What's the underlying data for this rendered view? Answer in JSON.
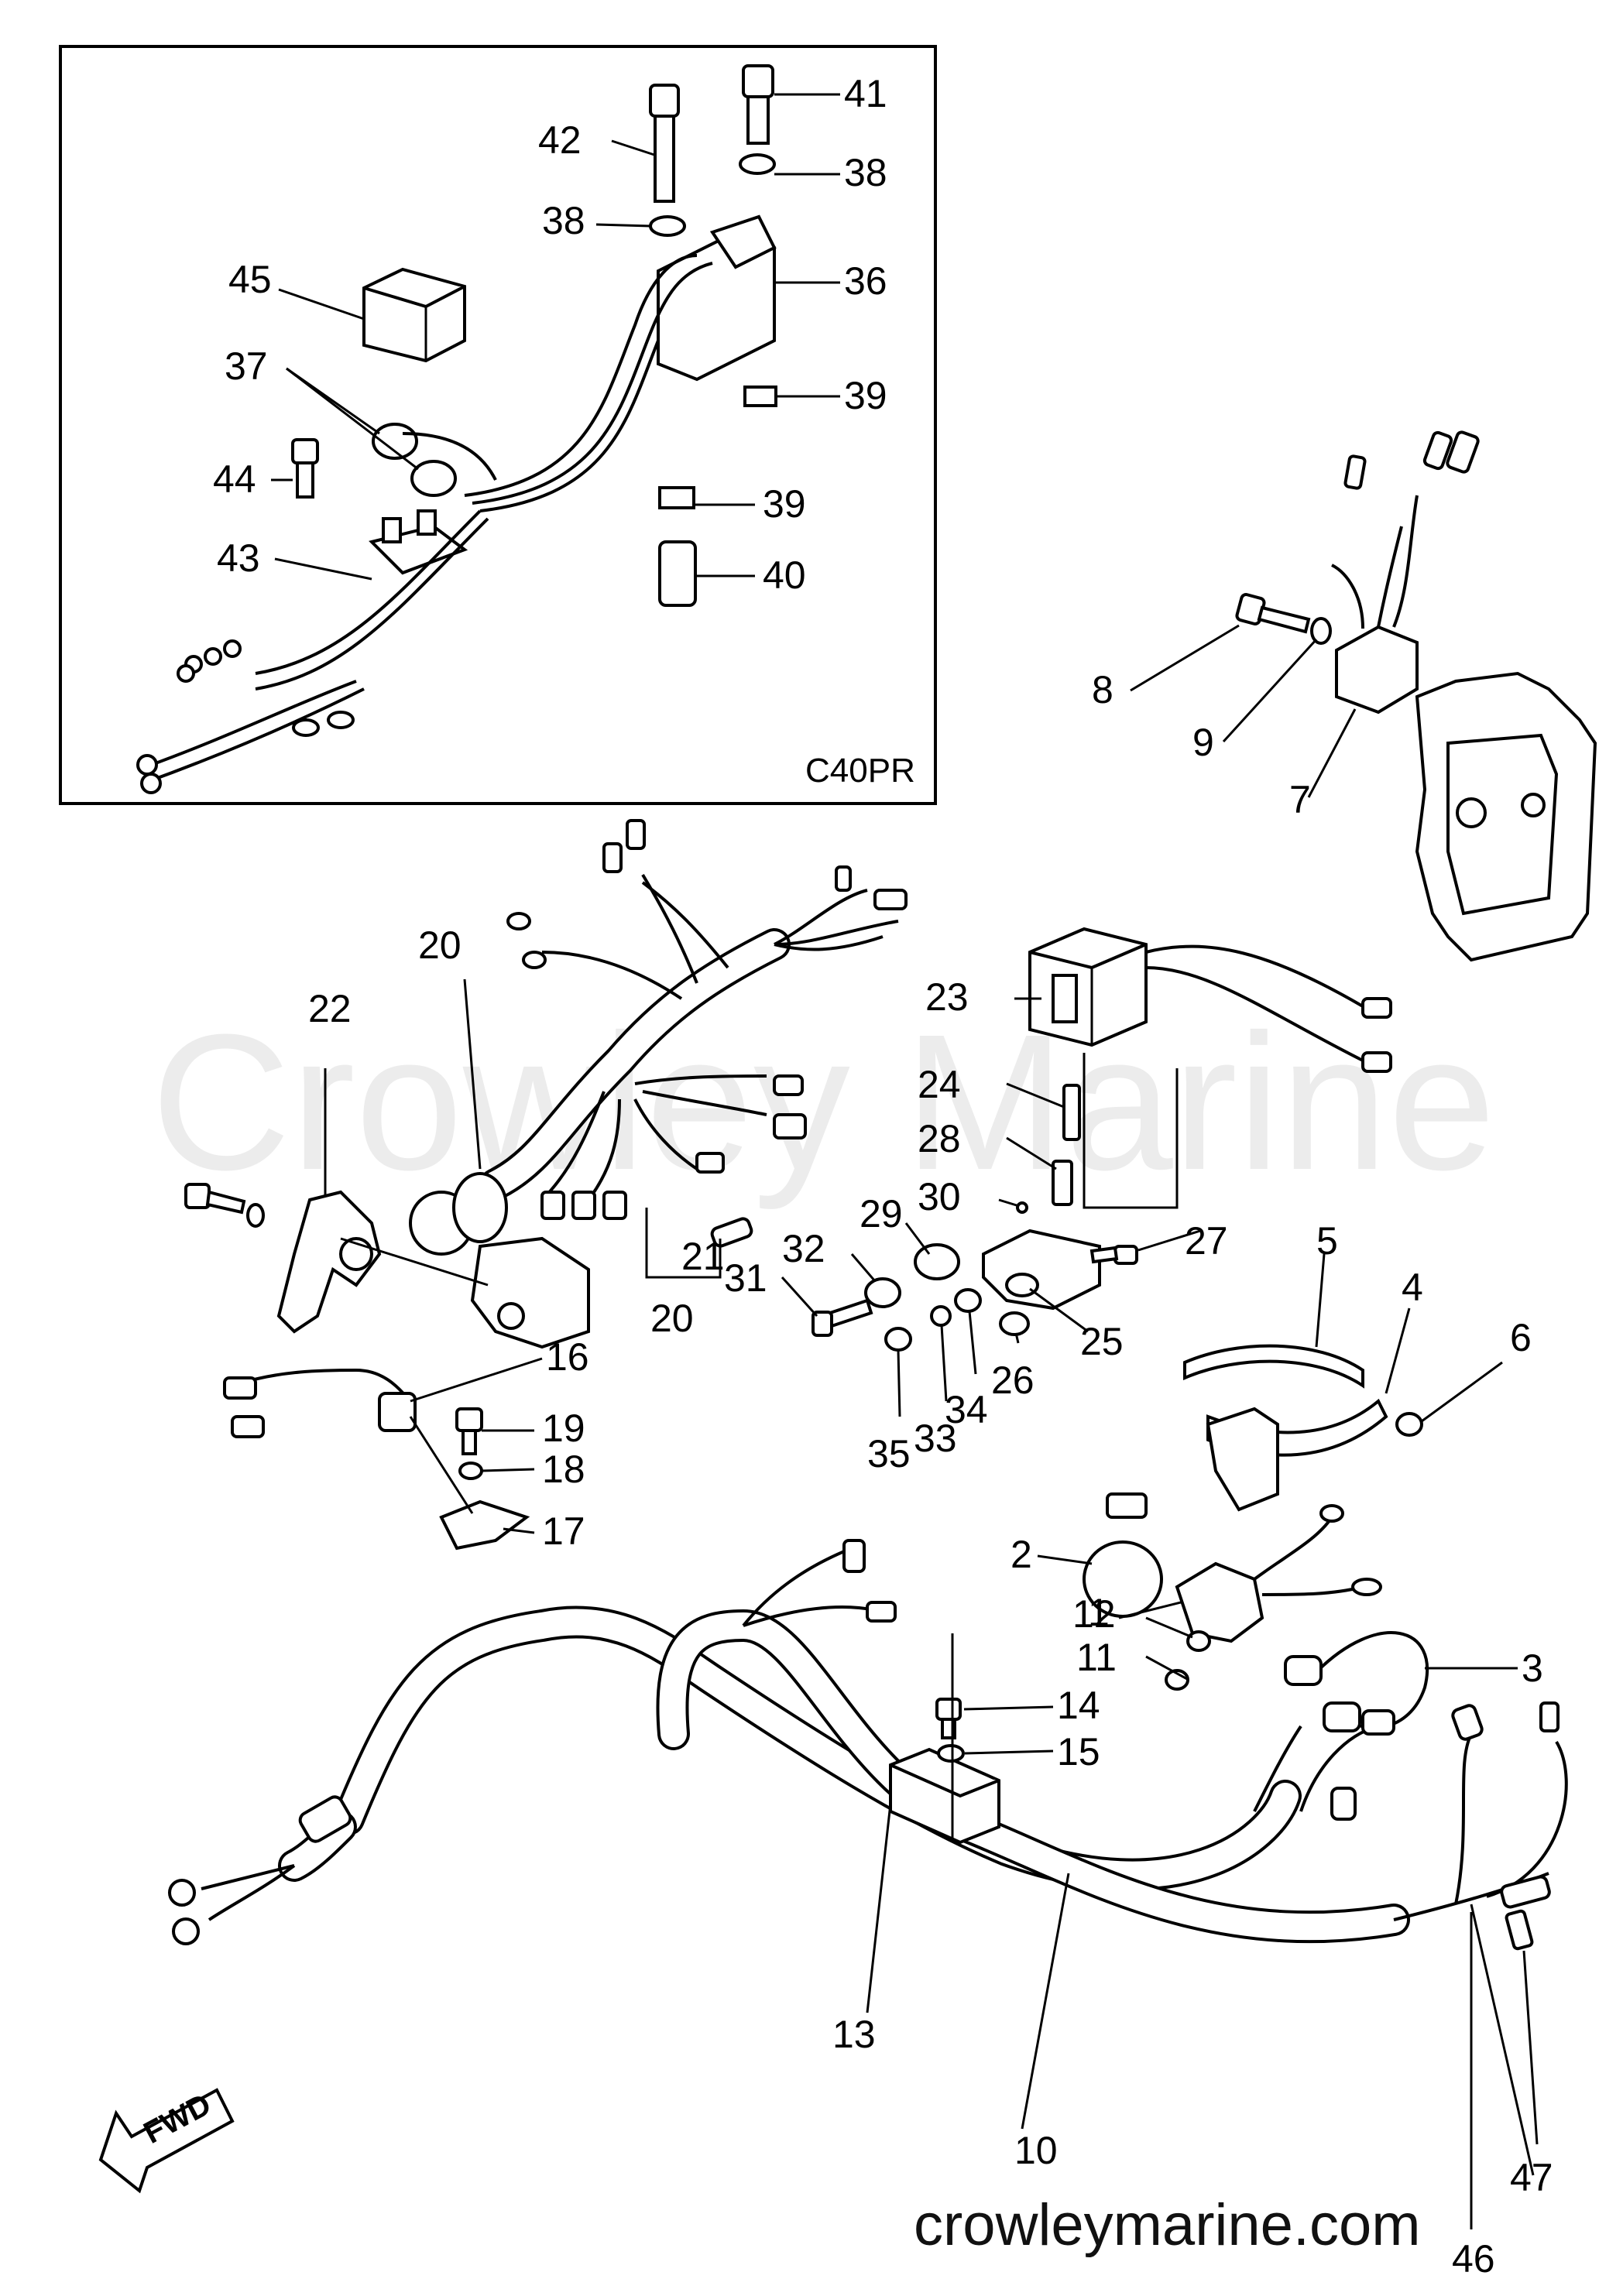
{
  "watermark": "Crowley Marine",
  "footer": "crowleymarine.com",
  "inset": {
    "tag": "C40PR"
  },
  "fwd_label": "FWD",
  "callouts": [
    {
      "id": "41",
      "text": "41"
    },
    {
      "id": "42",
      "text": "42"
    },
    {
      "id": "38a",
      "text": "38"
    },
    {
      "id": "38b",
      "text": "38"
    },
    {
      "id": "36",
      "text": "36"
    },
    {
      "id": "45",
      "text": "45"
    },
    {
      "id": "37",
      "text": "37"
    },
    {
      "id": "39a",
      "text": "39"
    },
    {
      "id": "44",
      "text": "44"
    },
    {
      "id": "39b",
      "text": "39"
    },
    {
      "id": "43",
      "text": "43"
    },
    {
      "id": "40",
      "text": "40"
    },
    {
      "id": "8",
      "text": "8"
    },
    {
      "id": "9",
      "text": "9"
    },
    {
      "id": "7",
      "text": "7"
    },
    {
      "id": "20a",
      "text": "20"
    },
    {
      "id": "22",
      "text": "22"
    },
    {
      "id": "23",
      "text": "23"
    },
    {
      "id": "24",
      "text": "24"
    },
    {
      "id": "28",
      "text": "28"
    },
    {
      "id": "30",
      "text": "30"
    },
    {
      "id": "29",
      "text": "29"
    },
    {
      "id": "32",
      "text": "32"
    },
    {
      "id": "27",
      "text": "27"
    },
    {
      "id": "21",
      "text": "21"
    },
    {
      "id": "20b",
      "text": "20"
    },
    {
      "id": "31",
      "text": "31"
    },
    {
      "id": "5",
      "text": "5"
    },
    {
      "id": "4",
      "text": "4"
    },
    {
      "id": "6",
      "text": "6"
    },
    {
      "id": "25",
      "text": "25"
    },
    {
      "id": "26",
      "text": "26"
    },
    {
      "id": "34",
      "text": "34"
    },
    {
      "id": "33",
      "text": "33"
    },
    {
      "id": "35",
      "text": "35"
    },
    {
      "id": "16",
      "text": "16"
    },
    {
      "id": "19",
      "text": "19"
    },
    {
      "id": "18",
      "text": "18"
    },
    {
      "id": "17",
      "text": "17"
    },
    {
      "id": "2",
      "text": "2"
    },
    {
      "id": "1",
      "text": "1"
    },
    {
      "id": "3",
      "text": "3"
    },
    {
      "id": "12",
      "text": "12"
    },
    {
      "id": "11",
      "text": "11"
    },
    {
      "id": "14",
      "text": "14"
    },
    {
      "id": "15",
      "text": "15"
    },
    {
      "id": "13",
      "text": "13"
    },
    {
      "id": "10",
      "text": "10"
    },
    {
      "id": "47",
      "text": "47"
    },
    {
      "id": "46",
      "text": "46"
    }
  ]
}
